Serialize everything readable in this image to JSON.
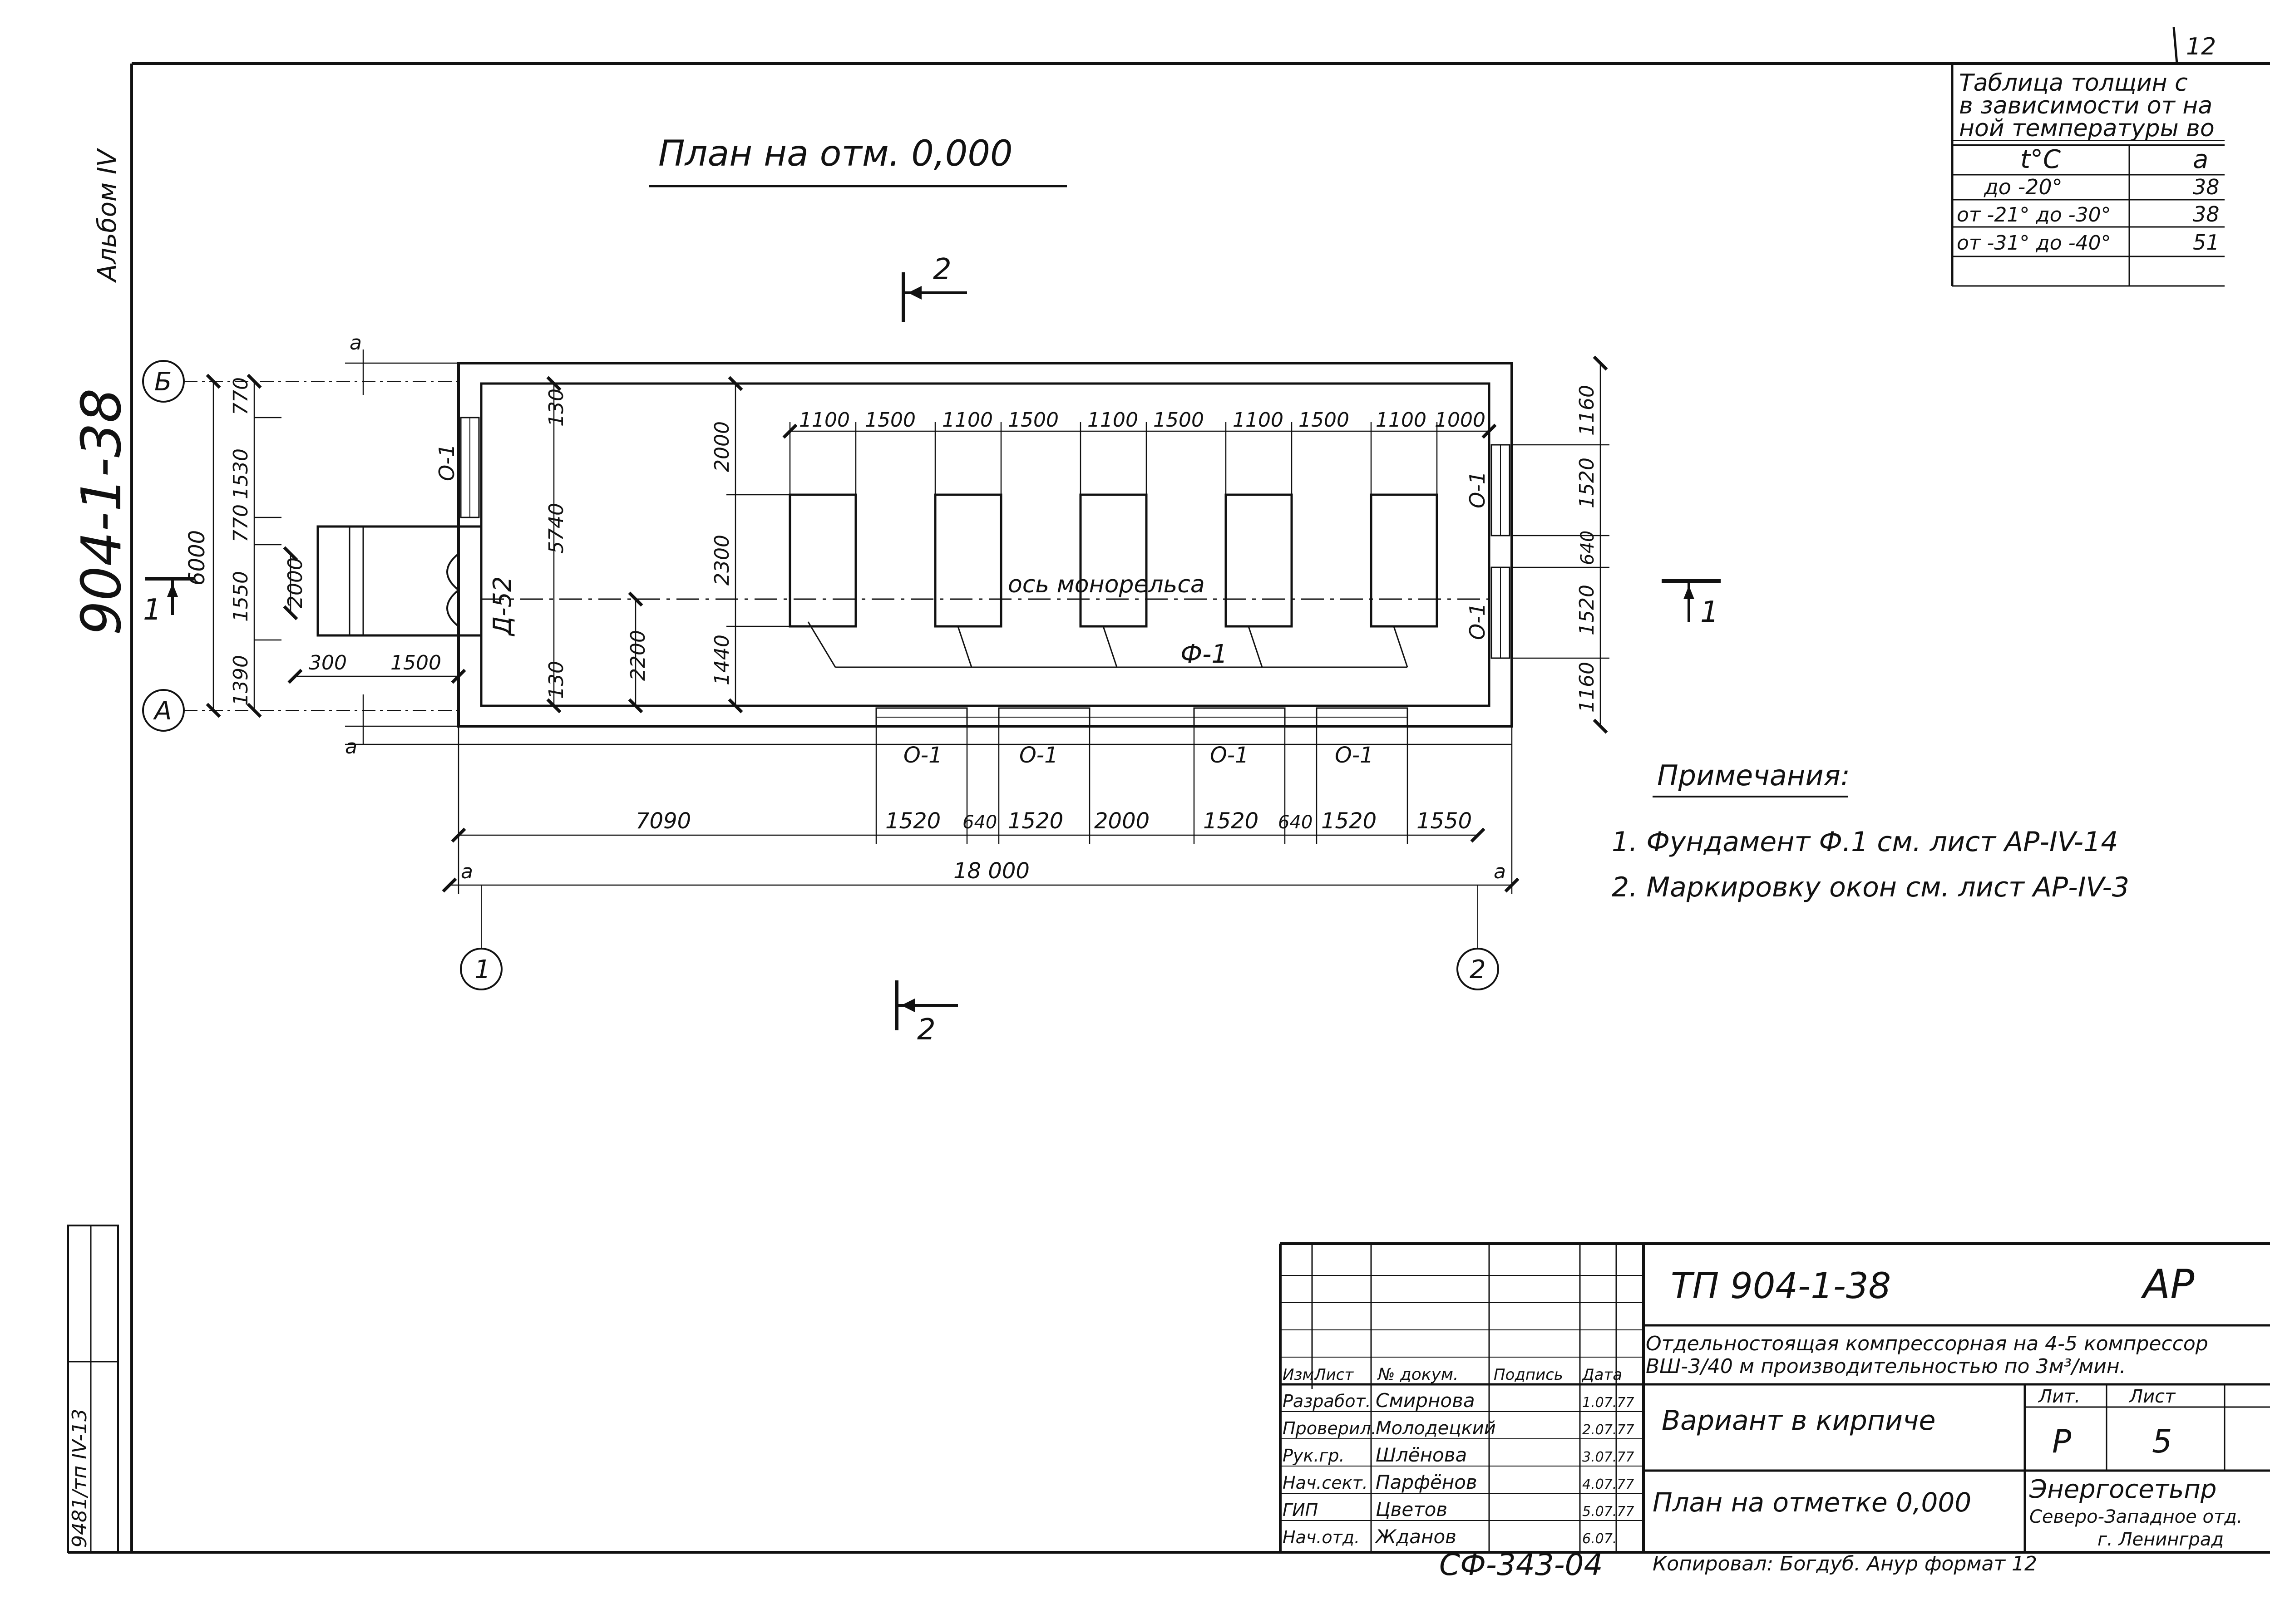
{
  "page_number": "12",
  "album": "Альбом IV",
  "project_code_vertical": "904-1-38",
  "plan_title": "План на отм. 0,000",
  "section_mark_2": "2",
  "section_mark_1": "1",
  "axes": {
    "a": "А",
    "b": "Б",
    "one": "1",
    "two": "2"
  },
  "axis_offset_mark": "а",
  "dims_left": [
    "6000",
    "770",
    "1530",
    "770",
    "1550",
    "1390"
  ],
  "dims_entrance": [
    "2000",
    "300",
    "1500"
  ],
  "dims_interior": [
    "130",
    "5740",
    "130",
    "2200",
    "2000",
    "2300",
    "1440"
  ],
  "dims_top": [
    "1100",
    "1500",
    "1100",
    "1500",
    "1100",
    "1500",
    "1100",
    "1500",
    "1100",
    "1000"
  ],
  "dims_right": [
    "1160",
    "1520",
    "640",
    "1520",
    "1160"
  ],
  "dims_bottom": [
    "7090",
    "1520",
    "640",
    "1520",
    "2000",
    "1520",
    "640",
    "1520",
    "1550"
  ],
  "dim_total": "18 000",
  "door_label": "Д-52",
  "window_label": "О-1",
  "foundation_label": "Ф-1",
  "axis_label": "ось монорельса",
  "notes": {
    "title": "Примечания:",
    "items": [
      "1. Фундамент Ф.1 см. лист АР-IV-14",
      "2. Маркировку окон см. лист АР-IV-3"
    ]
  },
  "temp_table": {
    "caption": [
      "Таблица толщин с",
      "в зависимости от на",
      "ной температуры во"
    ],
    "headers": [
      "t°C",
      "a"
    ],
    "rows": [
      [
        "до -20°",
        "38"
      ],
      [
        "от -21° до -30°",
        "38"
      ],
      [
        "от -31° до -40°",
        "51"
      ]
    ]
  },
  "stamp": {
    "code": "ТП 904-1-38",
    "mark": "АР",
    "description_1": "Отдельностоящая компрессорная на 4-5 компрессор",
    "description_2": "ВШ-3/40 м производительностью по 3м³/мин.",
    "header_cols": [
      "Изм.",
      "Лист",
      "№ докум.",
      "Подпись",
      "Дата"
    ],
    "people": [
      {
        "role": "Разработ.",
        "name": "Смирнова",
        "date": "1.07.77"
      },
      {
        "role": "Проверил.",
        "name": "Молодецкий",
        "date": "2.07.77"
      },
      {
        "role": "Рук.гр.",
        "name": "Шлёнова",
        "date": "3.07.77"
      },
      {
        "role": "Нач.сект.",
        "name": "Парфёнов",
        "date": "4.07.77"
      },
      {
        "role": "ГИП",
        "name": "Цветов",
        "date": "5.07.77"
      },
      {
        "role": "Нач.отд.",
        "name": "Жданов",
        "date": "6.07."
      }
    ],
    "variant": "Вариант в кирпиче",
    "sheet_title": "План на отметке 0,000",
    "lit_header": "Лит.",
    "lit": "Р",
    "sheet_header": "Лист",
    "sheet": "5",
    "org_1": "Энергосетьпр",
    "org_2": "Северо-Западное отд.",
    "org_3": "г. Ленинград"
  },
  "inventory": "9481/тп IV-13",
  "doc_number": "СФ-343-04",
  "copied_by": "Копировал: Богдуб. Анур формат 12"
}
